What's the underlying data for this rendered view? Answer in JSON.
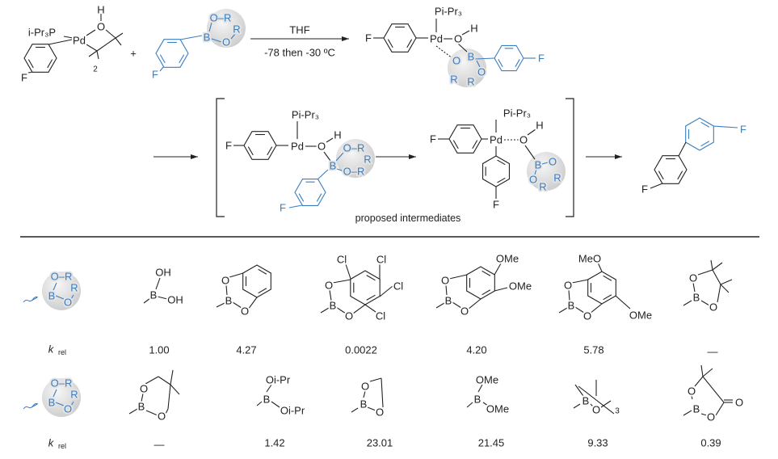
{
  "atoms": {
    "F": "F",
    "O": "O",
    "B": "B",
    "R": "R",
    "H": "H",
    "Pd": "Pd",
    "OR": "O–R",
    "Cl": "Cl",
    "OMe": "OMe",
    "MeO": "MeO",
    "OH": "OH",
    "OiPr": "Oi-Pr",
    "PiPr3": "Pi-Pr₃",
    "iPr3P": "i-Pr₃P",
    "two": "2",
    "three": "3"
  },
  "scheme": {
    "plus": "+",
    "conditions": {
      "solvent": "THF",
      "temperature": "-78 then -30 ºC"
    },
    "caption": "proposed intermediates"
  },
  "table": {
    "krel_k": "k",
    "krel_sub": "rel",
    "row1_values": [
      "1.00",
      "4.27",
      "0.0022",
      "4.20",
      "5.78",
      "—"
    ],
    "row2_values": [
      "—",
      "1.42",
      "23.01",
      "21.45",
      "9.33",
      "0.39"
    ]
  },
  "colors": {
    "black": "#222222",
    "blue": "#3a7dc0",
    "sphere": "#dcdcdc"
  }
}
